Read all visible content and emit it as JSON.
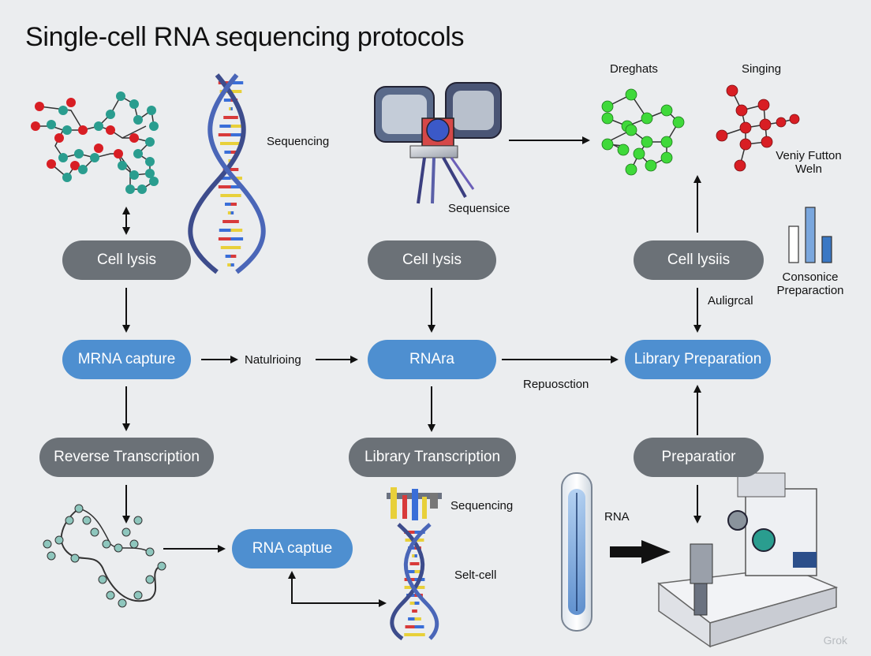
{
  "title": "Single-cell RNA sequencing protocols",
  "pills": {
    "cell_lysis_1": "Cell lysis",
    "cell_lysis_2": "Cell lysis",
    "cell_lysis_3": "Cell lysiis",
    "mrna_capture": "MRNA capture",
    "rnara": "RNAra",
    "library_preparation": "Library Preparation",
    "reverse_transcription": "Reverse Transcription",
    "library_transcription": "Library Transcription",
    "preparation": "Preparatior",
    "rna_captue": "RNA captue"
  },
  "labels": {
    "sequencing_top": "Sequencing",
    "sequensice": "Sequensice",
    "dreghats": "Dreghats",
    "singing": "Singing",
    "veniy_futton_line1": "Veniy Futton",
    "veniy_futton_line2": "Weln",
    "consonice_line1": "Consonice",
    "consonice_line2": "Preparaction",
    "auligrcal": "Auligrcal",
    "natulrioing": "Natulrioing",
    "repuosction": "Repuosction",
    "sequencing_bottom": "Sequencing",
    "selt_cell": "Selt-cell",
    "rna": "RNA"
  },
  "watermark": "Grok",
  "colors": {
    "background": "#ebedef",
    "pill_gray": "#6b7177",
    "pill_blue": "#4e8fd0",
    "atom_red": "#d81e24",
    "atom_teal": "#2a9d8f",
    "atom_green": "#3fd93a",
    "dna_strand": "#3d4c8c"
  },
  "icons": [
    "molecule-teal-red",
    "dna-helix",
    "sequencer-machine",
    "molecule-green",
    "molecule-red",
    "bar-chart",
    "rna-strand",
    "test-tube",
    "lab-instrument"
  ]
}
